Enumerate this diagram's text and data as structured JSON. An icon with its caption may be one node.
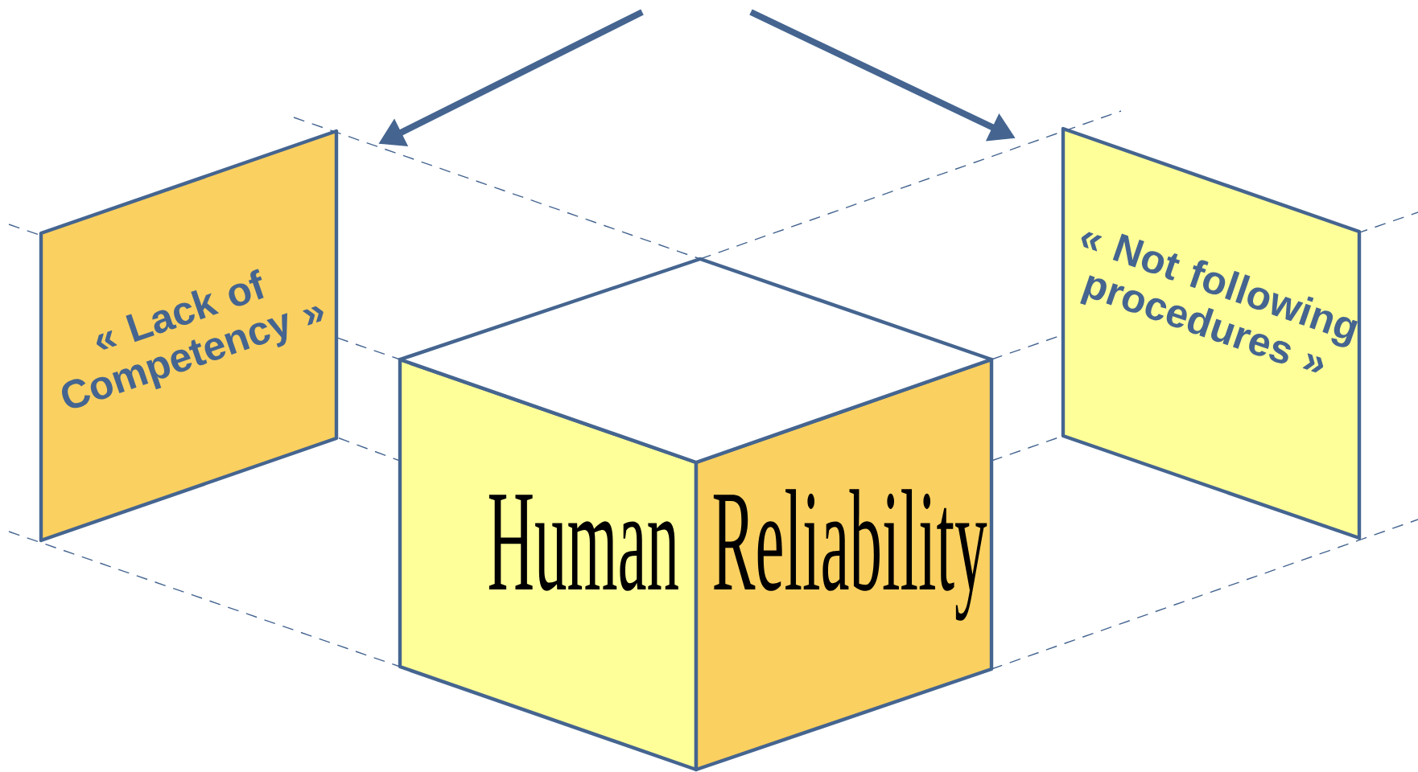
{
  "diagram": {
    "nodes": [
      {
        "text": [
          "Human Reliability"
        ]
      },
      {
        "text": [
          "« Lack of Competency »"
        ]
      },
      {
        "text": [
          "« Not following procedures »"
        ]
      }
    ],
    "edges": [
      {
        "from": null,
        "to": 1,
        "arrow": "to"
      },
      {
        "from": null,
        "to": 2,
        "arrow": "to"
      }
    ]
  }
}
